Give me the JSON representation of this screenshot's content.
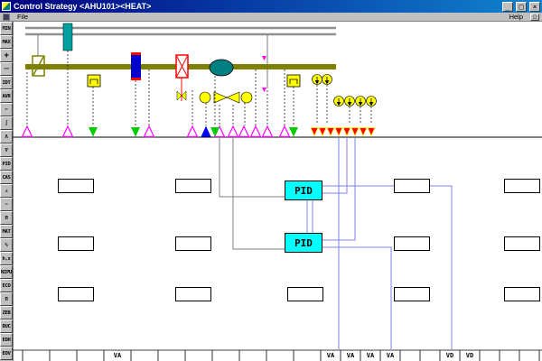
{
  "window": {
    "title": "Control Strategy <AHU101><HEAT>",
    "controls": {
      "minimize": "_",
      "maximize": "□",
      "close": "×",
      "restore": "□"
    }
  },
  "menu": {
    "file": "File",
    "help": "Help"
  },
  "toolbar": {
    "items": [
      "MIN",
      "MAX",
      "+",
      "─",
      "IDT",
      "AVR",
      "⌐",
      "∫",
      "Λ",
      "∇",
      "PID",
      "CAS",
      "∠",
      "~",
      "Π",
      "MAT",
      "%",
      "h,x",
      "NIPU",
      "ECO",
      "П",
      "ZEB",
      "DUC",
      "EOH",
      "EOV"
    ]
  },
  "strategy": {
    "pid_blocks": [
      {
        "label": "PID"
      },
      {
        "label": "PID"
      }
    ]
  },
  "bottom_bar": {
    "labels": [
      "VA",
      "VA",
      "VA",
      "VA",
      "VA",
      "VD",
      "VD"
    ]
  },
  "colors": {
    "titlebar_left": "#000080",
    "titlebar_right": "#1084d0",
    "chrome_gray": "#c0c0c0",
    "duct_olive": "#808000",
    "fan_teal": "#008080",
    "filter_blue": "#0000cc",
    "coil_red": "#ff0000",
    "device_yellow": "#ffff00",
    "point_magenta": "#ff00ff",
    "point_green": "#00cc00",
    "point_blue": "#0000ff",
    "point_red": "#ff0000",
    "wire_purple": "#8080f0",
    "pid_fill": "#00ffff"
  }
}
